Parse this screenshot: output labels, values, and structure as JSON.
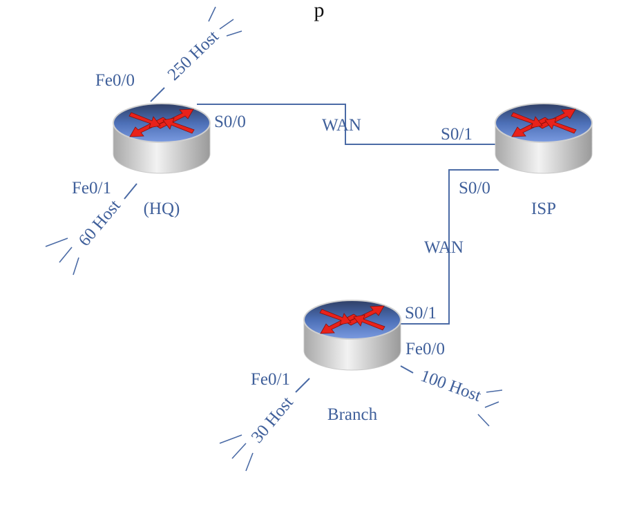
{
  "diagram": {
    "title_fragment": "p",
    "routers": {
      "hq": {
        "name": "(HQ)"
      },
      "isp": {
        "name": "ISP"
      },
      "branch": {
        "name": "Branch"
      }
    },
    "interfaces": {
      "hq_fe00": "Fe0/0",
      "hq_fe01": "Fe0/1",
      "hq_s00": "S0/0",
      "isp_s01": "S0/1",
      "isp_s00": "S0/0",
      "branch_s01": "S0/1",
      "branch_fe00": "Fe0/0",
      "branch_fe01": "Fe0/1"
    },
    "links": {
      "wan1": "WAN",
      "wan2": "WAN"
    },
    "lans": {
      "hq_lan1": "250 Host",
      "hq_lan2": "60 Host",
      "branch_lan1": "100 Host",
      "branch_lan2": "30 Host"
    },
    "colors": {
      "link": "#4a6aa5",
      "label": "#3f5f9a",
      "router_top": "#5b7fc7",
      "router_body": "#d9d9d9",
      "arrow": "#e8221b"
    }
  }
}
